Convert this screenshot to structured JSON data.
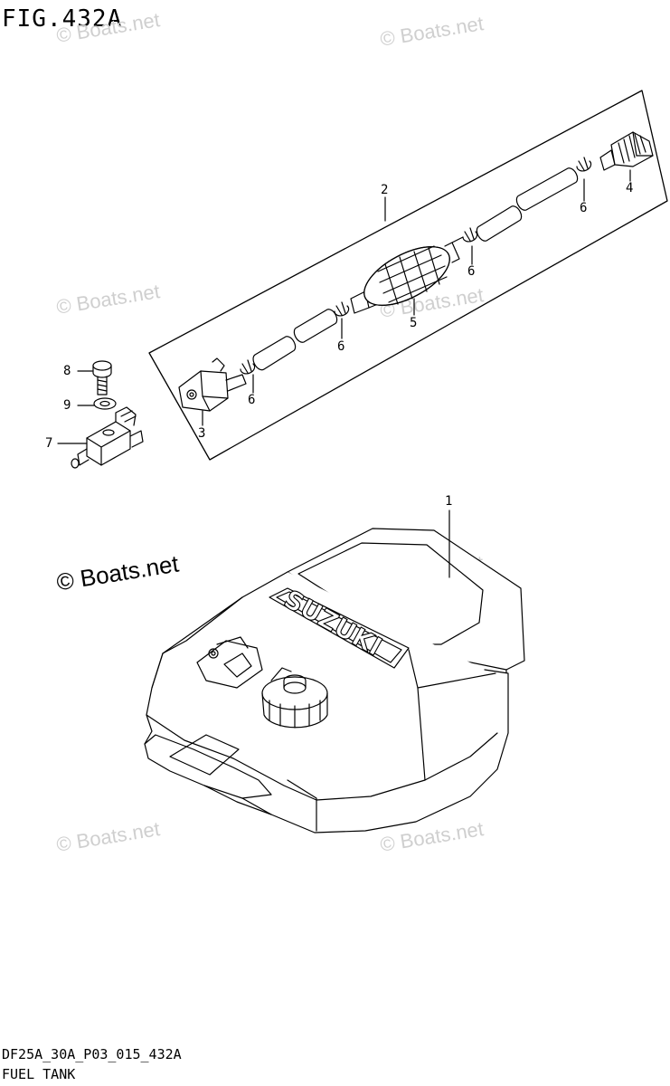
{
  "header": {
    "figure": "FIG.432A"
  },
  "footer": {
    "code": "DF25A_30A_P03_015_432A",
    "name": "FUEL TANK"
  },
  "watermark": {
    "text": "© Boats.net",
    "color": "#cfcfcf"
  },
  "tank_logo": "SUZUKI",
  "callouts": [
    "1",
    "2",
    "3",
    "4",
    "5",
    "6",
    "6",
    "6",
    "6",
    "7",
    "8",
    "9"
  ],
  "colors": {
    "line": "#000000",
    "background": "#ffffff"
  }
}
